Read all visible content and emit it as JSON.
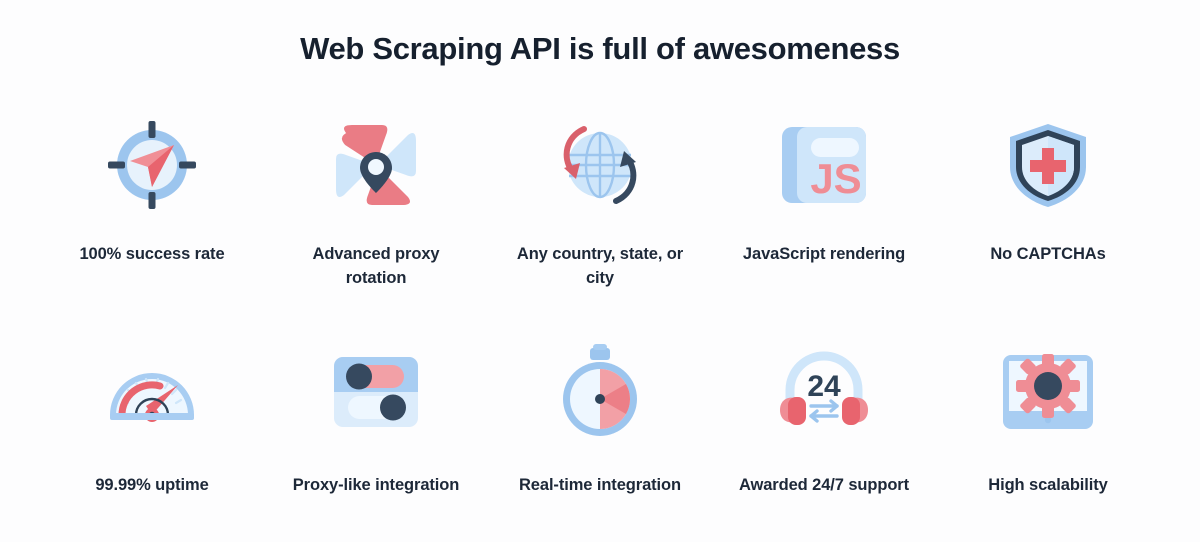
{
  "page": {
    "title": "Web Scraping API is full of awesomeness",
    "background_color": "#fdfdfe",
    "text_color": "#1d2838"
  },
  "palette": {
    "navy": "#36495f",
    "navy_dark": "#2f4358",
    "red": "#e8646e",
    "red_light": "#f08f96",
    "pink": "#f2a0a6",
    "blue": "#9cc5ee",
    "blue_light": "#c9e0f8",
    "blue_pale": "#e7f2fc",
    "ice": "#f0f8ff",
    "blue_mid": "#a8cdf2"
  },
  "features": [
    {
      "id": "success-rate",
      "label": "100% success rate",
      "icon": "target-compass-icon"
    },
    {
      "id": "proxy-rotation",
      "label": "Advanced proxy rotation",
      "icon": "pinwheel-location-icon"
    },
    {
      "id": "geo-targeting",
      "label": "Any country, state, or city",
      "icon": "globe-arrows-icon"
    },
    {
      "id": "js-rendering",
      "label": "JavaScript rendering",
      "icon": "javascript-browser-icon"
    },
    {
      "id": "no-captchas",
      "label": "No CAPTCHAs",
      "icon": "shield-cross-icon"
    },
    {
      "id": "uptime",
      "label": "99.99% uptime",
      "icon": "speedometer-icon"
    },
    {
      "id": "proxy-like-integration",
      "label": "Proxy-like integration",
      "icon": "toggle-switches-icon"
    },
    {
      "id": "realtime-integration",
      "label": "Real-time integration",
      "icon": "stopwatch-icon"
    },
    {
      "id": "support",
      "label": "Awarded 24/7 support",
      "icon": "headset-24-icon"
    },
    {
      "id": "scalability",
      "label": "High scalability",
      "icon": "monitor-gear-icon"
    }
  ],
  "icon_text": {
    "javascript": "JS",
    "support_hours": "24"
  }
}
